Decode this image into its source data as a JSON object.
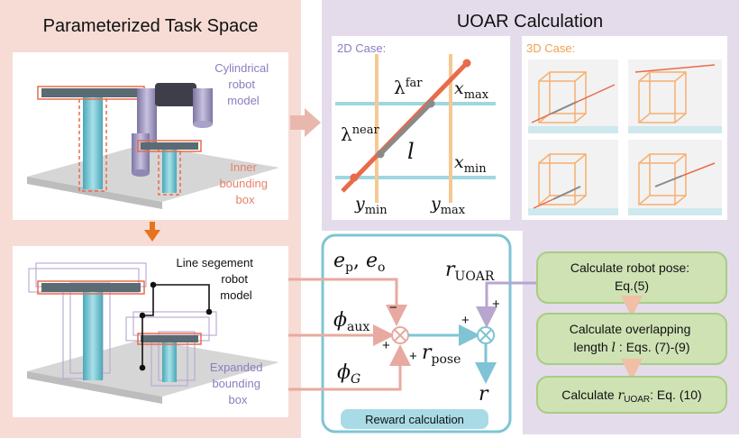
{
  "left_panel": {
    "title": "Parameterized Task Space",
    "top_box": {
      "cyl_label": [
        "Cylindrical",
        "robot",
        "model"
      ],
      "inner_label": [
        "Inner",
        "bounding",
        "box"
      ]
    },
    "bottom_box": {
      "line_label": [
        "Line segement",
        "robot",
        "model"
      ],
      "expanded_label": [
        "Expanded",
        "bounding",
        "box"
      ]
    }
  },
  "right_panel": {
    "title": "UOAR Calculation",
    "case_2d": {
      "label": "2D Case:",
      "lambda": "λ",
      "far": "far",
      "near": "near",
      "l": "l",
      "x": "x",
      "y": "y",
      "max": "max",
      "min": "min"
    },
    "case_3d": {
      "label": "3D Case:"
    }
  },
  "reward": {
    "e": "e",
    "p": "p",
    "o": "o",
    "comma": ", ",
    "phi": "ϕ",
    "aux": "aux",
    "G": "G",
    "r": "r",
    "uoar": "UOAR",
    "pose": "pose",
    "minus": "−",
    "plus": "+",
    "label": "Reward calculation"
  },
  "steps": [
    {
      "line1": "Calculate robot pose:",
      "line2": "Eq.(5)"
    },
    {
      "line1": "Calculate overlapping",
      "line2a": "length ",
      "l": "l",
      "line2b": " : Eqs. (7)-(9)"
    },
    {
      "pre": "Calculate ",
      "r": "r",
      "sub": "UOAR",
      "post": ": Eq. (10)"
    }
  ],
  "colors": {
    "left_bg": "#f6dcd5",
    "right_bg": "#e4dcea",
    "teal": "#7fc4d4",
    "orange": "#e86b4a",
    "step_fill": "#cfe2b4",
    "step_stroke": "#a9cc85",
    "arrow_orange": "#e8731c",
    "pink_line": "#e8aaa0"
  }
}
